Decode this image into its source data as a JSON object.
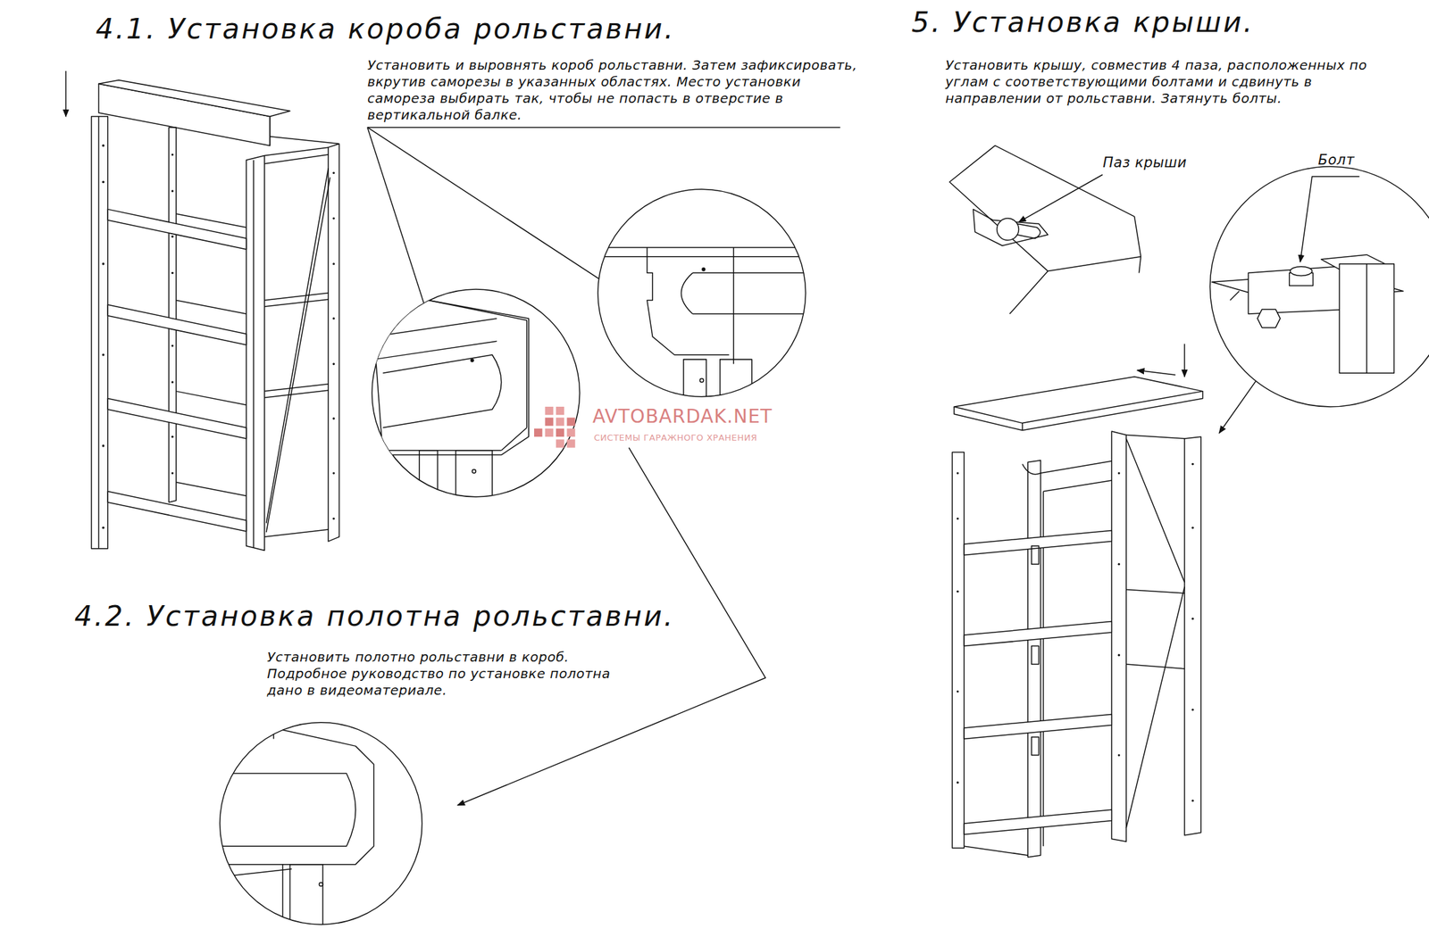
{
  "diagram": {
    "labels": [
      "4.1. Установка короба рольставни.",
      "Установить и выровнять короб рольставни. Затем зафиксировать, вкрутив саморезы в указанных областях. Место установки самореза выбирать так, чтобы не попасть в отверстие в вертикальной балке.",
      "4.2. Установка полотна рольставни.",
      "Установить полотно рольставни в короб. Подробное руководство по установке полотна дано в видеоматериале.",
      "5. Установка крыши.",
      "Установить крышу, совместив 4 паза, расположенных по углам с соответствующими болтами и сдвинуть в направлении от рольставни. Затянуть болты.",
      "Паз крыши",
      "Болт",
      "AVTOBARDAK.NET",
      "СИСТЕМЫ ГАРАЖНОГО ХРАНЕНИЯ"
    ]
  }
}
